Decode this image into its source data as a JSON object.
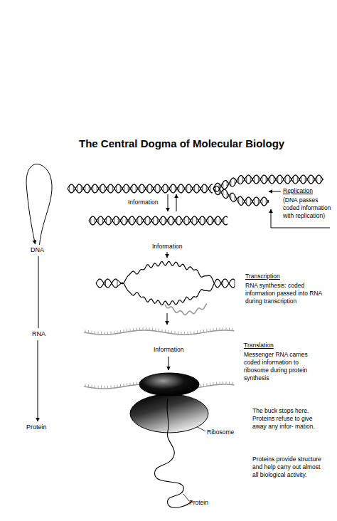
{
  "diagram": {
    "title": "The Central Dogma of Molecular Biology",
    "nodes": [
      {
        "text": [
          "DNA"
        ]
      },
      {
        "text": [
          "RNA"
        ]
      },
      {
        "text": [
          "Protein"
        ]
      }
    ],
    "edges": [
      {
        "from": 0,
        "to": 0,
        "arrow": "to"
      },
      {
        "from": 0,
        "to": 1,
        "arrow": "none"
      },
      {
        "from": 1,
        "to": 2,
        "arrow": "to"
      }
    ],
    "labels": [
      "Information",
      "Replication",
      "(DNA passes coded information with replication)",
      "Information",
      "Transcription",
      "RNA synthesis: coded information passed into RNA during transcription",
      "Information",
      "Translation",
      "Messenger RNA carries coded information to ribosome during protein synthesis",
      "The buck stops here. Proteins refuse to give away any infor- mation.",
      "Ribosome",
      "Protein",
      "Proteins provide structure and help carry out almost all biological activity."
    ]
  }
}
